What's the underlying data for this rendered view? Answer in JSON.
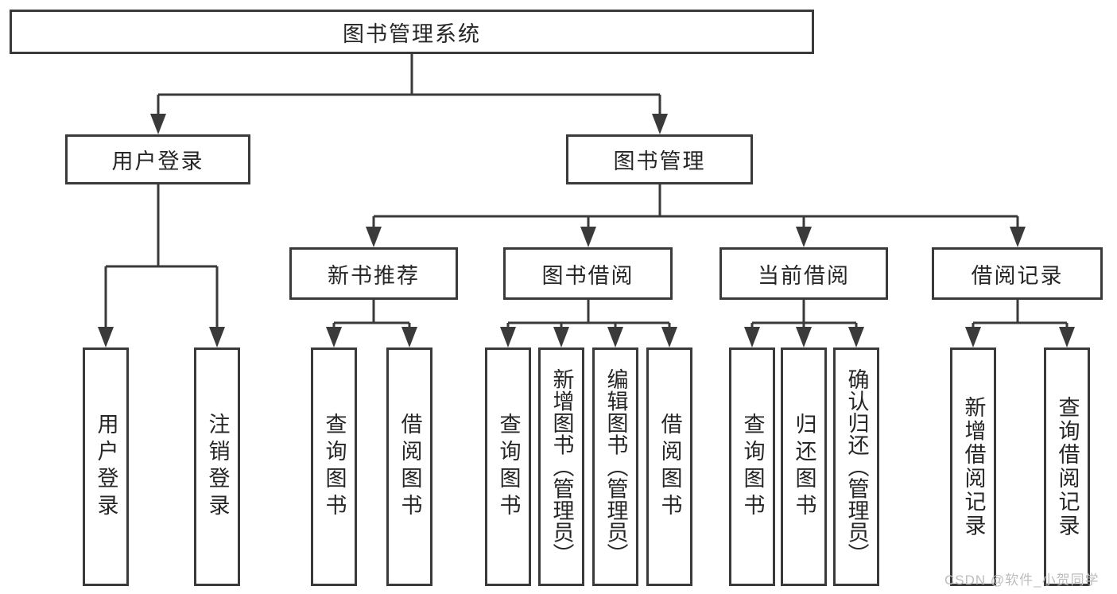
{
  "colors": {
    "line": "#3a3a3a",
    "text": "#262626",
    "background": "#ffffff",
    "watermark": "#bdbdbd"
  },
  "watermark": "CSDN @软件_小贺同学",
  "nodes": {
    "root": {
      "label": "图书管理系统"
    },
    "level2": [
      {
        "label": "用户登录"
      },
      {
        "label": "图书管理"
      }
    ],
    "level3": [
      {
        "label": "新书推荐"
      },
      {
        "label": "图书借阅"
      },
      {
        "label": "当前借阅"
      },
      {
        "label": "借阅记录"
      }
    ],
    "leaves": [
      {
        "label": "用户登录",
        "parent": "用户登录"
      },
      {
        "label": "注销登录",
        "parent": "用户登录"
      },
      {
        "label": "查询图书",
        "parent": "新书推荐"
      },
      {
        "label": "借阅图书",
        "parent": "新书推荐"
      },
      {
        "label": "查询图书",
        "parent": "图书借阅"
      },
      {
        "label": "新增图书（管理员）",
        "parent": "图书借阅"
      },
      {
        "label": "编辑图书（管理员）",
        "parent": "图书借阅"
      },
      {
        "label": "借阅图书",
        "parent": "图书借阅"
      },
      {
        "label": "查询图书",
        "parent": "当前借阅"
      },
      {
        "label": "归还图书",
        "parent": "当前借阅"
      },
      {
        "label": "确认归还（管理员）",
        "parent": "当前借阅"
      },
      {
        "label": "新增借阅记录",
        "parent": "借阅记录"
      },
      {
        "label": "查询借阅记录",
        "parent": "借阅记录"
      }
    ]
  },
  "hierarchy": {
    "图书管理系统": [
      "用户登录",
      "图书管理"
    ],
    "用户登录": [
      "用户登录",
      "注销登录"
    ],
    "图书管理": [
      "新书推荐",
      "图书借阅",
      "当前借阅",
      "借阅记录"
    ],
    "新书推荐": [
      "查询图书",
      "借阅图书"
    ],
    "图书借阅": [
      "查询图书",
      "新增图书（管理员）",
      "编辑图书（管理员）",
      "借阅图书"
    ],
    "当前借阅": [
      "查询图书",
      "归还图书",
      "确认归还（管理员）"
    ],
    "借阅记录": [
      "新增借阅记录",
      "查询借阅记录"
    ]
  }
}
